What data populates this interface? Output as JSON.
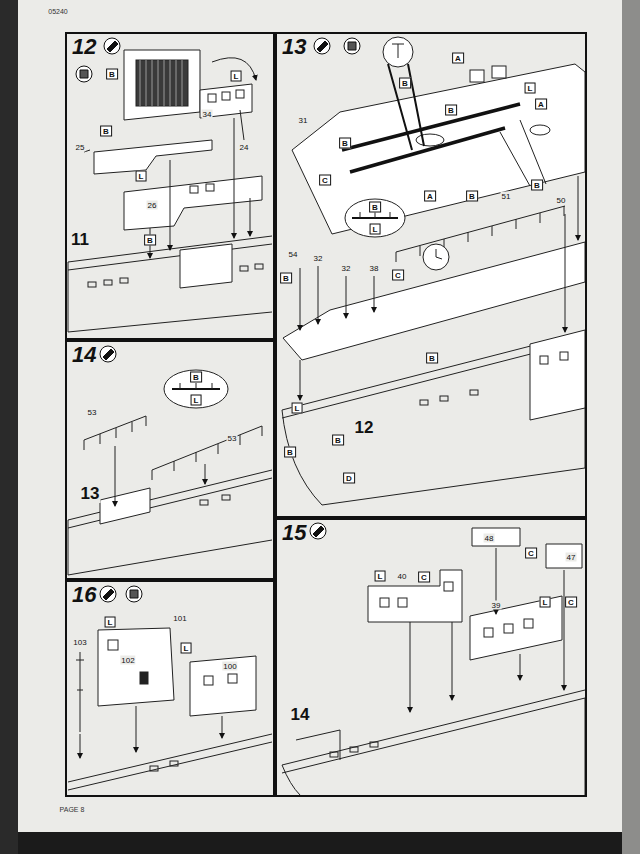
{
  "diagram": {
    "nodes": [
      {
        "text": [
          "12"
        ]
      },
      {
        "text": [
          "13"
        ]
      },
      {
        "text": [
          "14"
        ]
      },
      {
        "text": [
          "15"
        ]
      },
      {
        "text": [
          "16"
        ]
      }
    ],
    "labels": [
      "05240",
      "B",
      "34",
      "L",
      "B",
      "25",
      "24",
      "L",
      "26",
      "B",
      "11",
      "B",
      "A",
      "L",
      "A",
      "31",
      "B",
      "B",
      "C",
      "A",
      "B",
      "B",
      "B",
      "L",
      "51",
      "50",
      "54",
      "32",
      "32",
      "38",
      "B",
      "C",
      "B",
      "L",
      "B",
      "12",
      "B",
      "D",
      "B",
      "L",
      "53",
      "53",
      "13",
      "48",
      "C",
      "47",
      "L",
      "40",
      "C",
      "39",
      "L",
      "C",
      "14",
      "L",
      "101",
      "103",
      "102",
      "L",
      "100",
      "PAGE 8"
    ]
  }
}
